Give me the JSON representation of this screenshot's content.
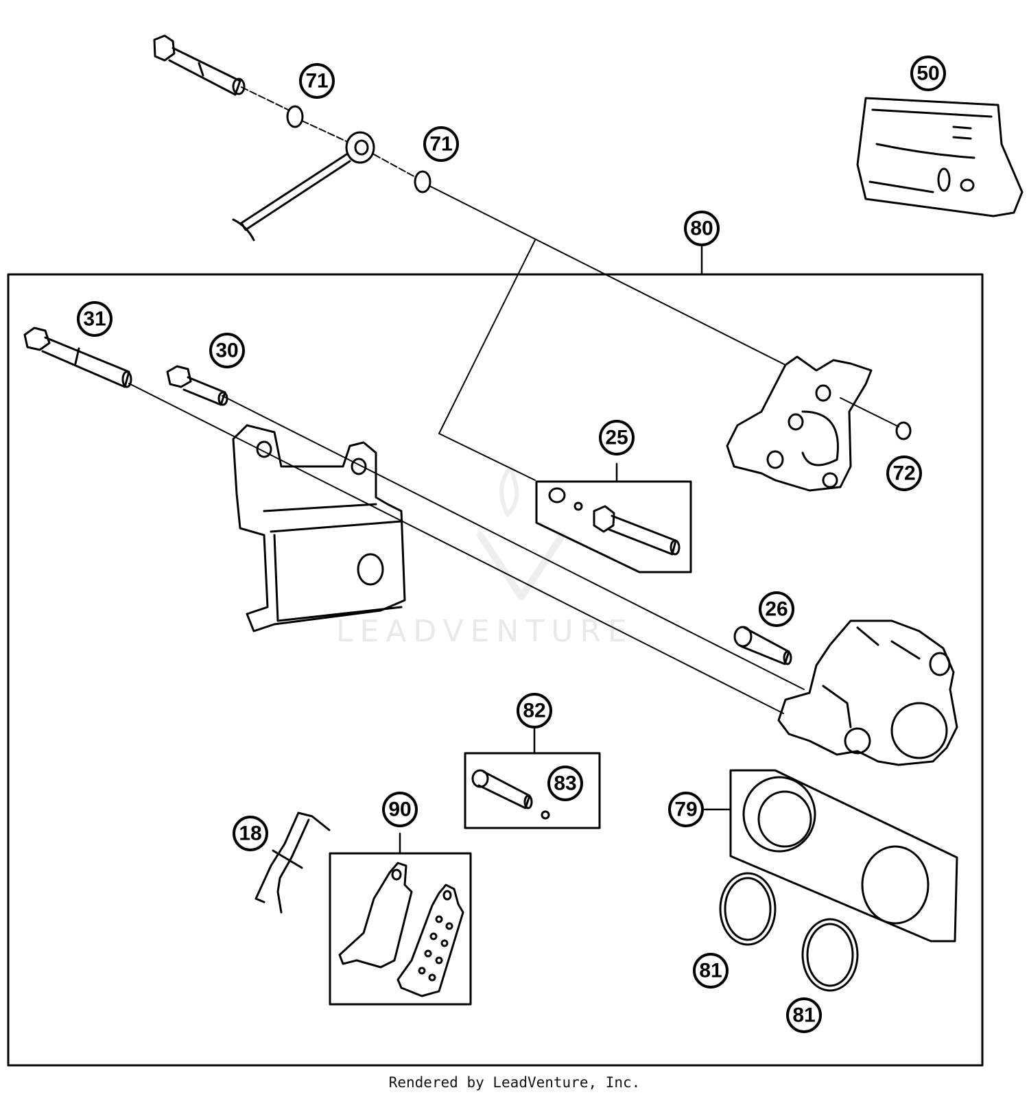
{
  "callouts": {
    "c50": "50",
    "c71a": "71",
    "c71b": "71",
    "c80": "80",
    "c31": "31",
    "c30": "30",
    "c25": "25",
    "c72": "72",
    "c26": "26",
    "c82": "82",
    "c83": "83",
    "c79": "79",
    "c90": "90",
    "c18": "18",
    "c81a": "81",
    "c81b": "81"
  },
  "watermark": "LEADVENTURE",
  "credit": "Rendered by LeadVenture, Inc."
}
